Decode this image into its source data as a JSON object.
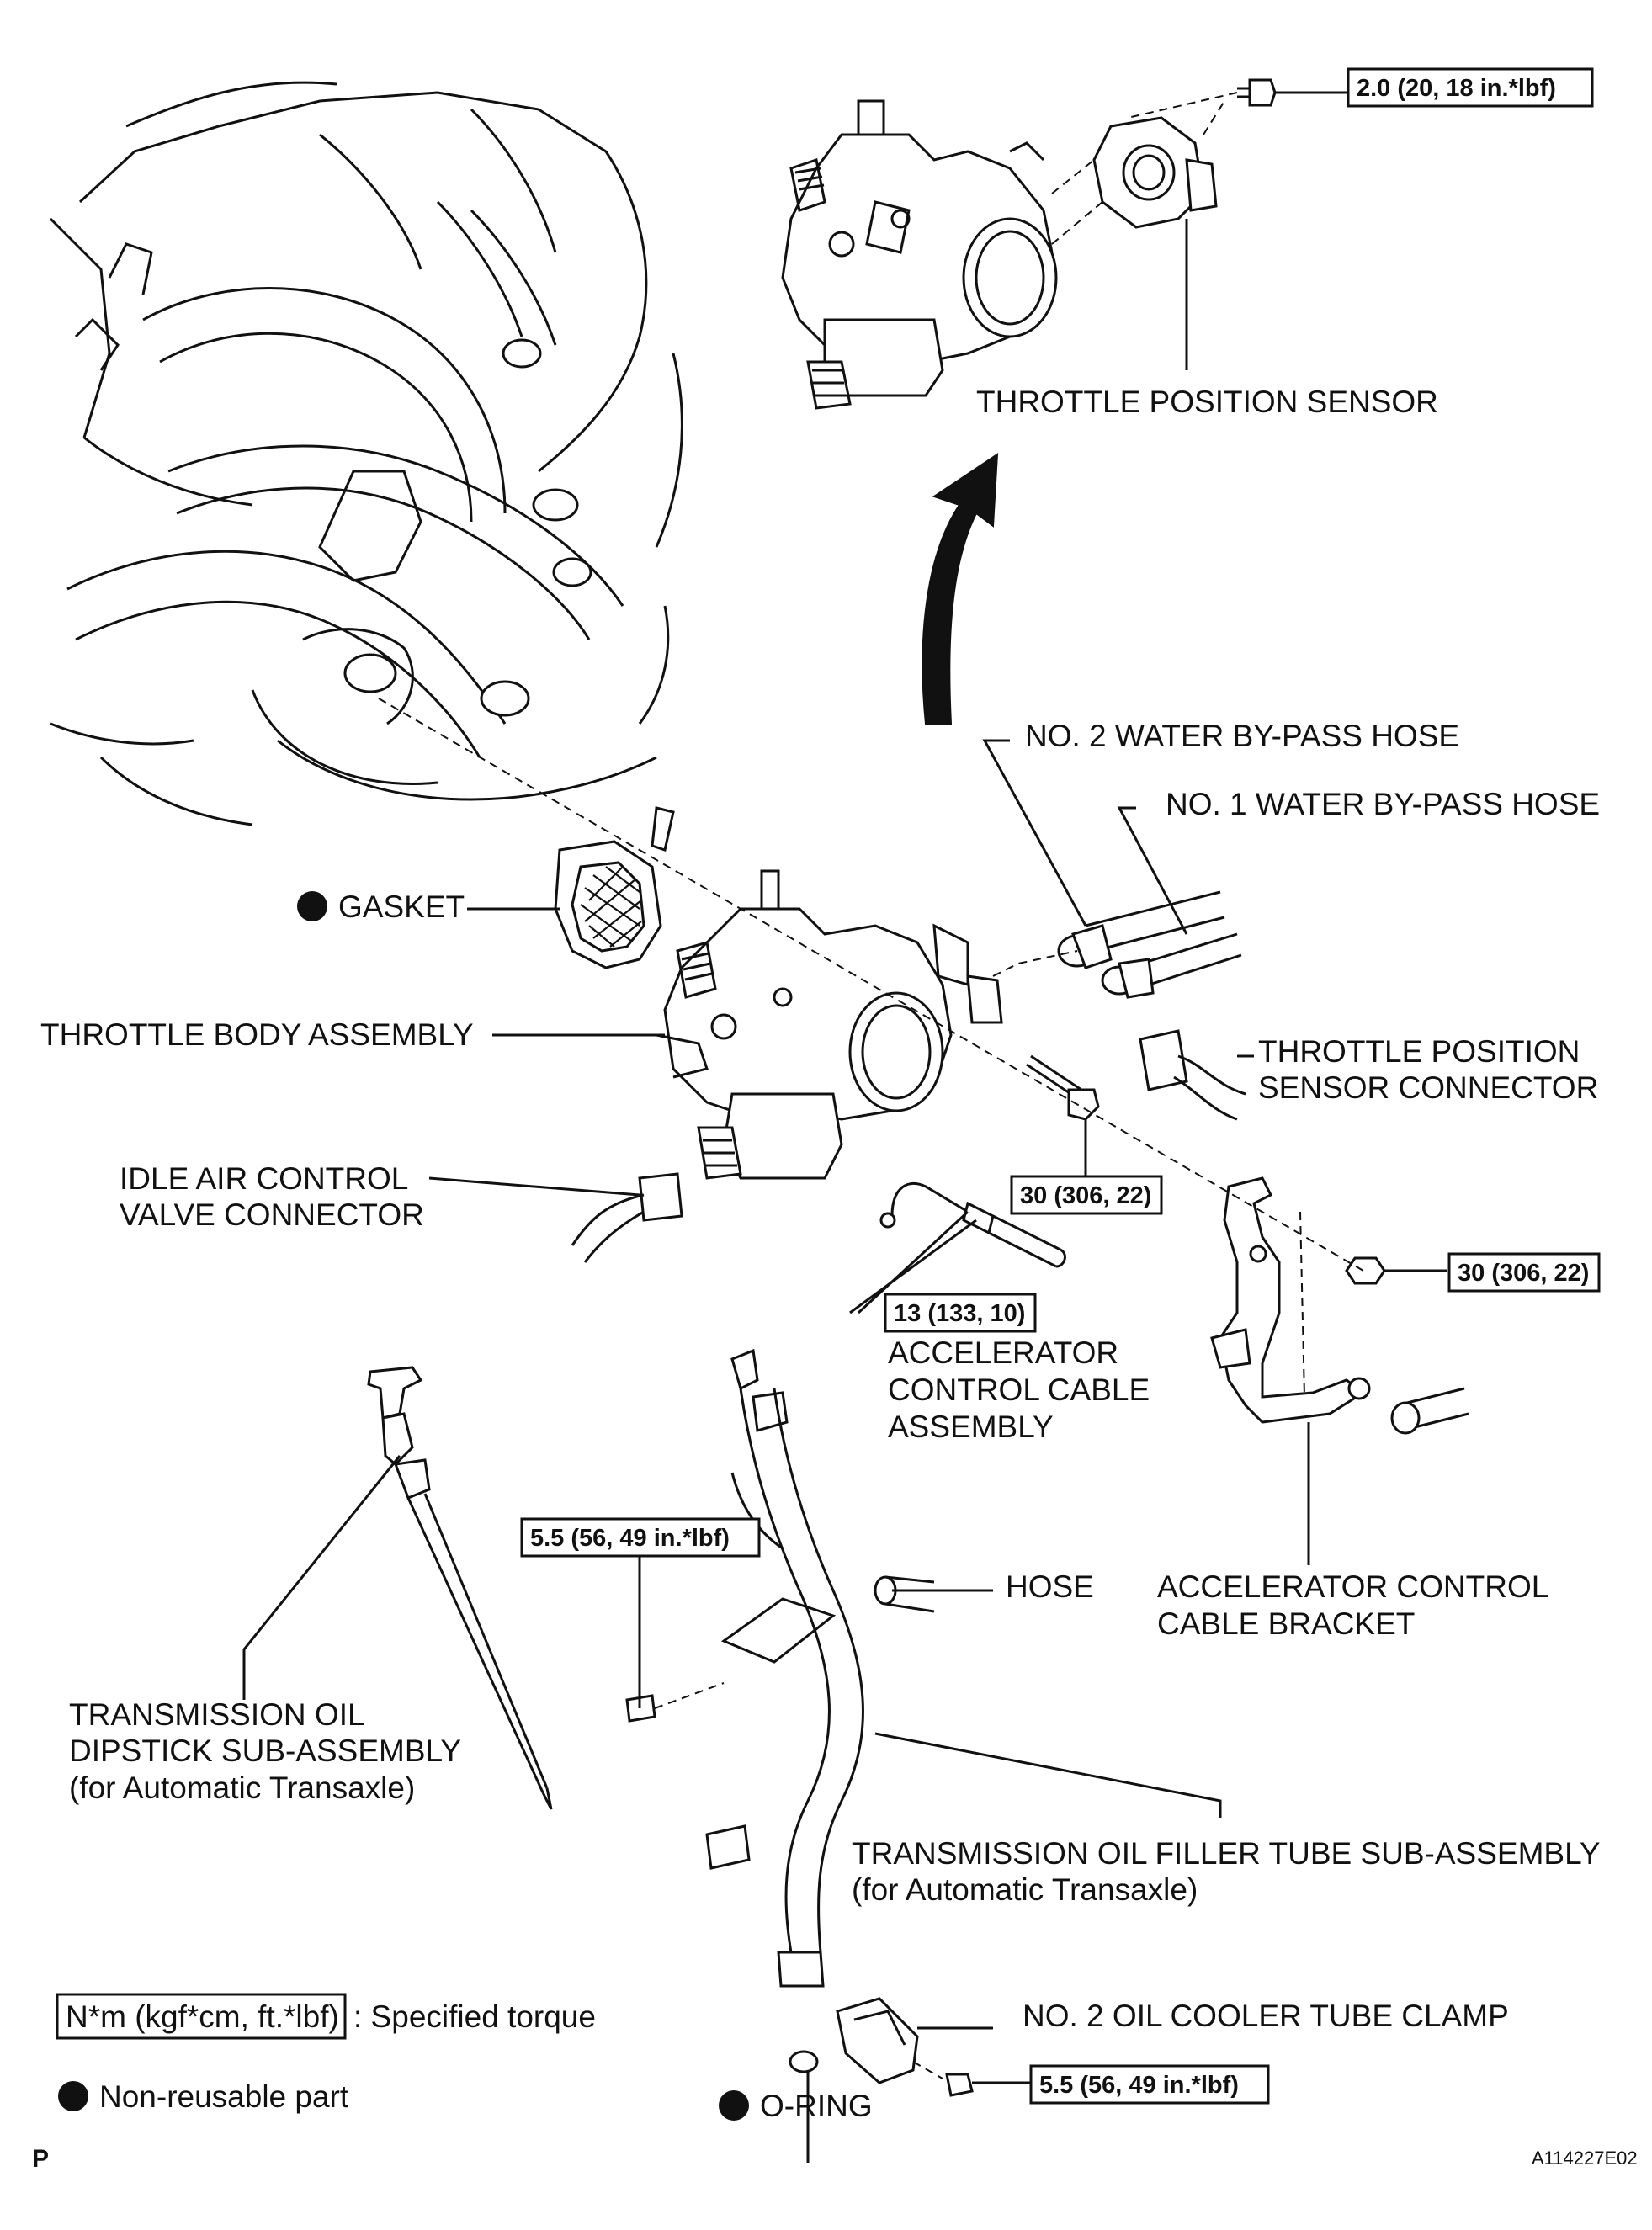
{
  "labels": {
    "throttle_position_sensor": "THROTTLE POSITION SENSOR",
    "no2_water_bypass_hose": "NO. 2 WATER BY-PASS HOSE",
    "no1_water_bypass_hose": "NO. 1 WATER BY-PASS HOSE",
    "gasket": "GASKET",
    "throttle_body_assembly": "THROTTLE BODY ASSEMBLY",
    "tps_connector_l1": "THROTTLE POSITION",
    "tps_connector_l2": "SENSOR CONNECTOR",
    "iac_connector_l1": "IDLE AIR CONTROL",
    "iac_connector_l2": "VALVE CONNECTOR",
    "accel_cable_l1": "ACCELERATOR",
    "accel_cable_l2": "CONTROL CABLE",
    "accel_cable_l3": "ASSEMBLY",
    "hose": "HOSE",
    "accel_bracket_l1": "ACCELERATOR CONTROL",
    "accel_bracket_l2": "CABLE BRACKET",
    "dipstick_l1": "TRANSMISSION OIL",
    "dipstick_l2": "DIPSTICK SUB-ASSEMBLY",
    "dipstick_l3": "(for Automatic Transaxle)",
    "filler_tube_l1": "TRANSMISSION OIL FILLER TUBE SUB-ASSEMBLY",
    "filler_tube_l2": "(for Automatic Transaxle)",
    "oil_cooler_clamp": "NO. 2 OIL COOLER TUBE CLAMP",
    "o_ring": "O-RING"
  },
  "torque": {
    "tps_screw": "2.0 (20, 18 in.*lbf)",
    "throttle_body_bolt": "30 (306, 22)",
    "bracket_nut": "30 (306, 22)",
    "cable_nut": "13 (133, 10)",
    "filler_tube_bolt": "5.5 (56, 49 in.*lbf)",
    "clamp_bolt": "5.5 (56, 49 in.*lbf)"
  },
  "legend": {
    "torque_unit": "N*m (kgf*cm, ft.*lbf)",
    "torque_desc": ": Specified torque",
    "non_reusable": "Non-reusable part"
  },
  "footer": {
    "corner_mark": "P",
    "figure_id": "A114227E02"
  }
}
